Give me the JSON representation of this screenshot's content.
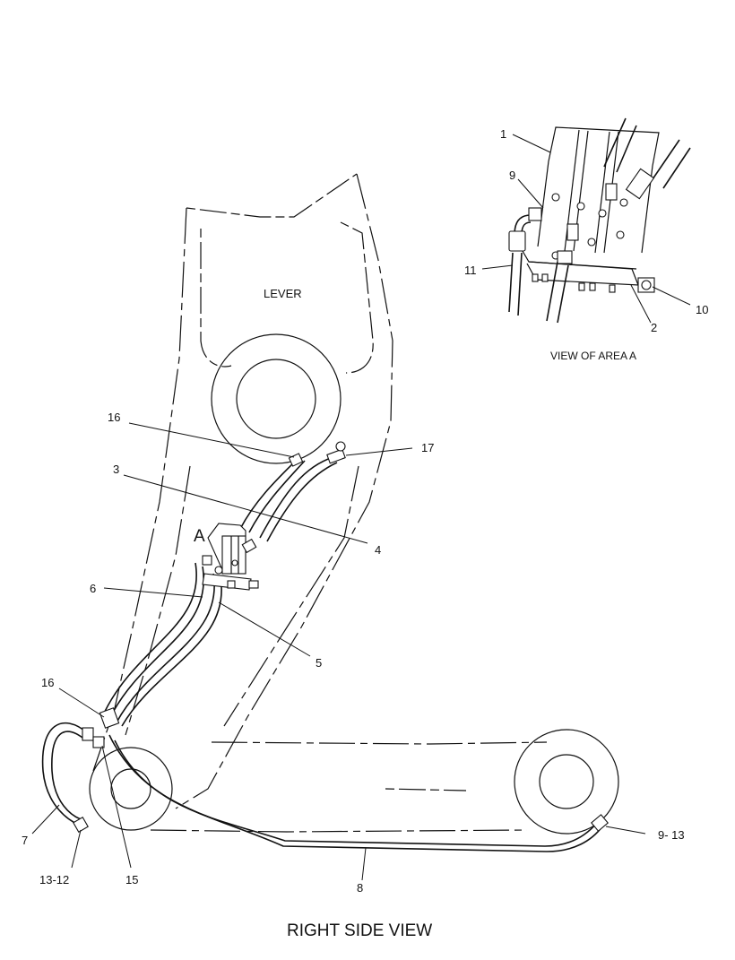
{
  "title": "RIGHT SIDE VIEW",
  "inset_caption": "VIEW OF AREA A",
  "area_marker": "A",
  "component_label": "LEVER",
  "callouts": {
    "c1": "1",
    "c2": "2",
    "c9_inset": "9",
    "c10": "10",
    "c11": "11",
    "c16_top": "16",
    "c17": "17",
    "c3": "3",
    "c4": "4",
    "c6": "6",
    "c5": "5",
    "c16_bottom": "16",
    "c7": "7",
    "c13_12": "13-12",
    "c15": "15",
    "c8": "8",
    "c9_13": "9- 13"
  }
}
